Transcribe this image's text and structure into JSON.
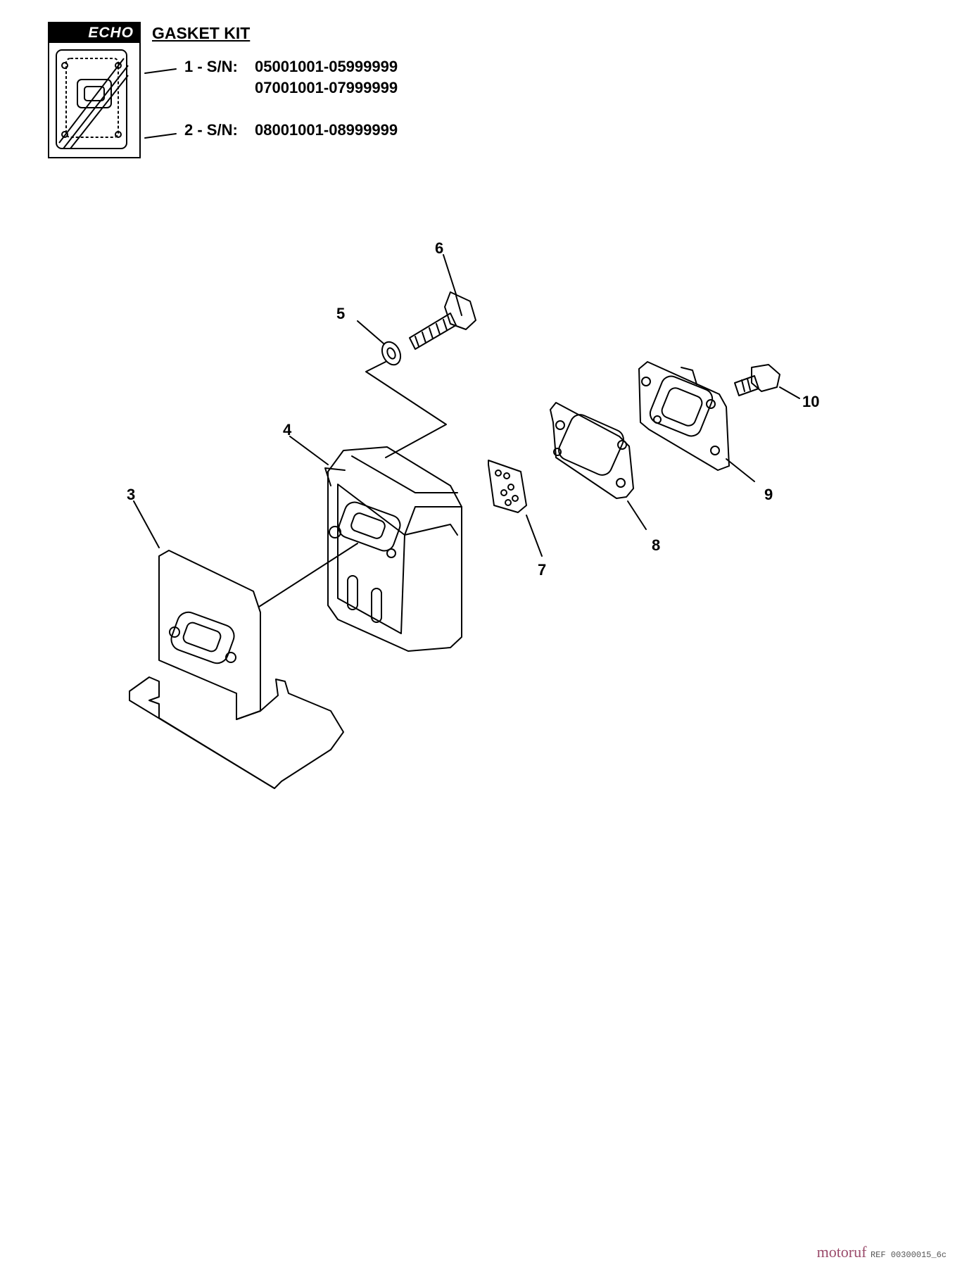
{
  "logo_text": "ECHO",
  "kit": {
    "title": "GASKET KIT",
    "item1_label": "1 - S/N:",
    "item1_ranges": [
      "05001001-05999999",
      "07001001-07999999"
    ],
    "item2_label": "2 - S/N:",
    "item2_range": "08001001-08999999"
  },
  "callouts": [
    "3",
    "4",
    "5",
    "6",
    "7",
    "8",
    "9",
    "10"
  ],
  "footer": {
    "watermark": "motoruf",
    "code": "REF 00300015_6c"
  },
  "colors": {
    "ink": "#000000",
    "paper": "#ffffff",
    "watermark": "#9a4a6a"
  }
}
